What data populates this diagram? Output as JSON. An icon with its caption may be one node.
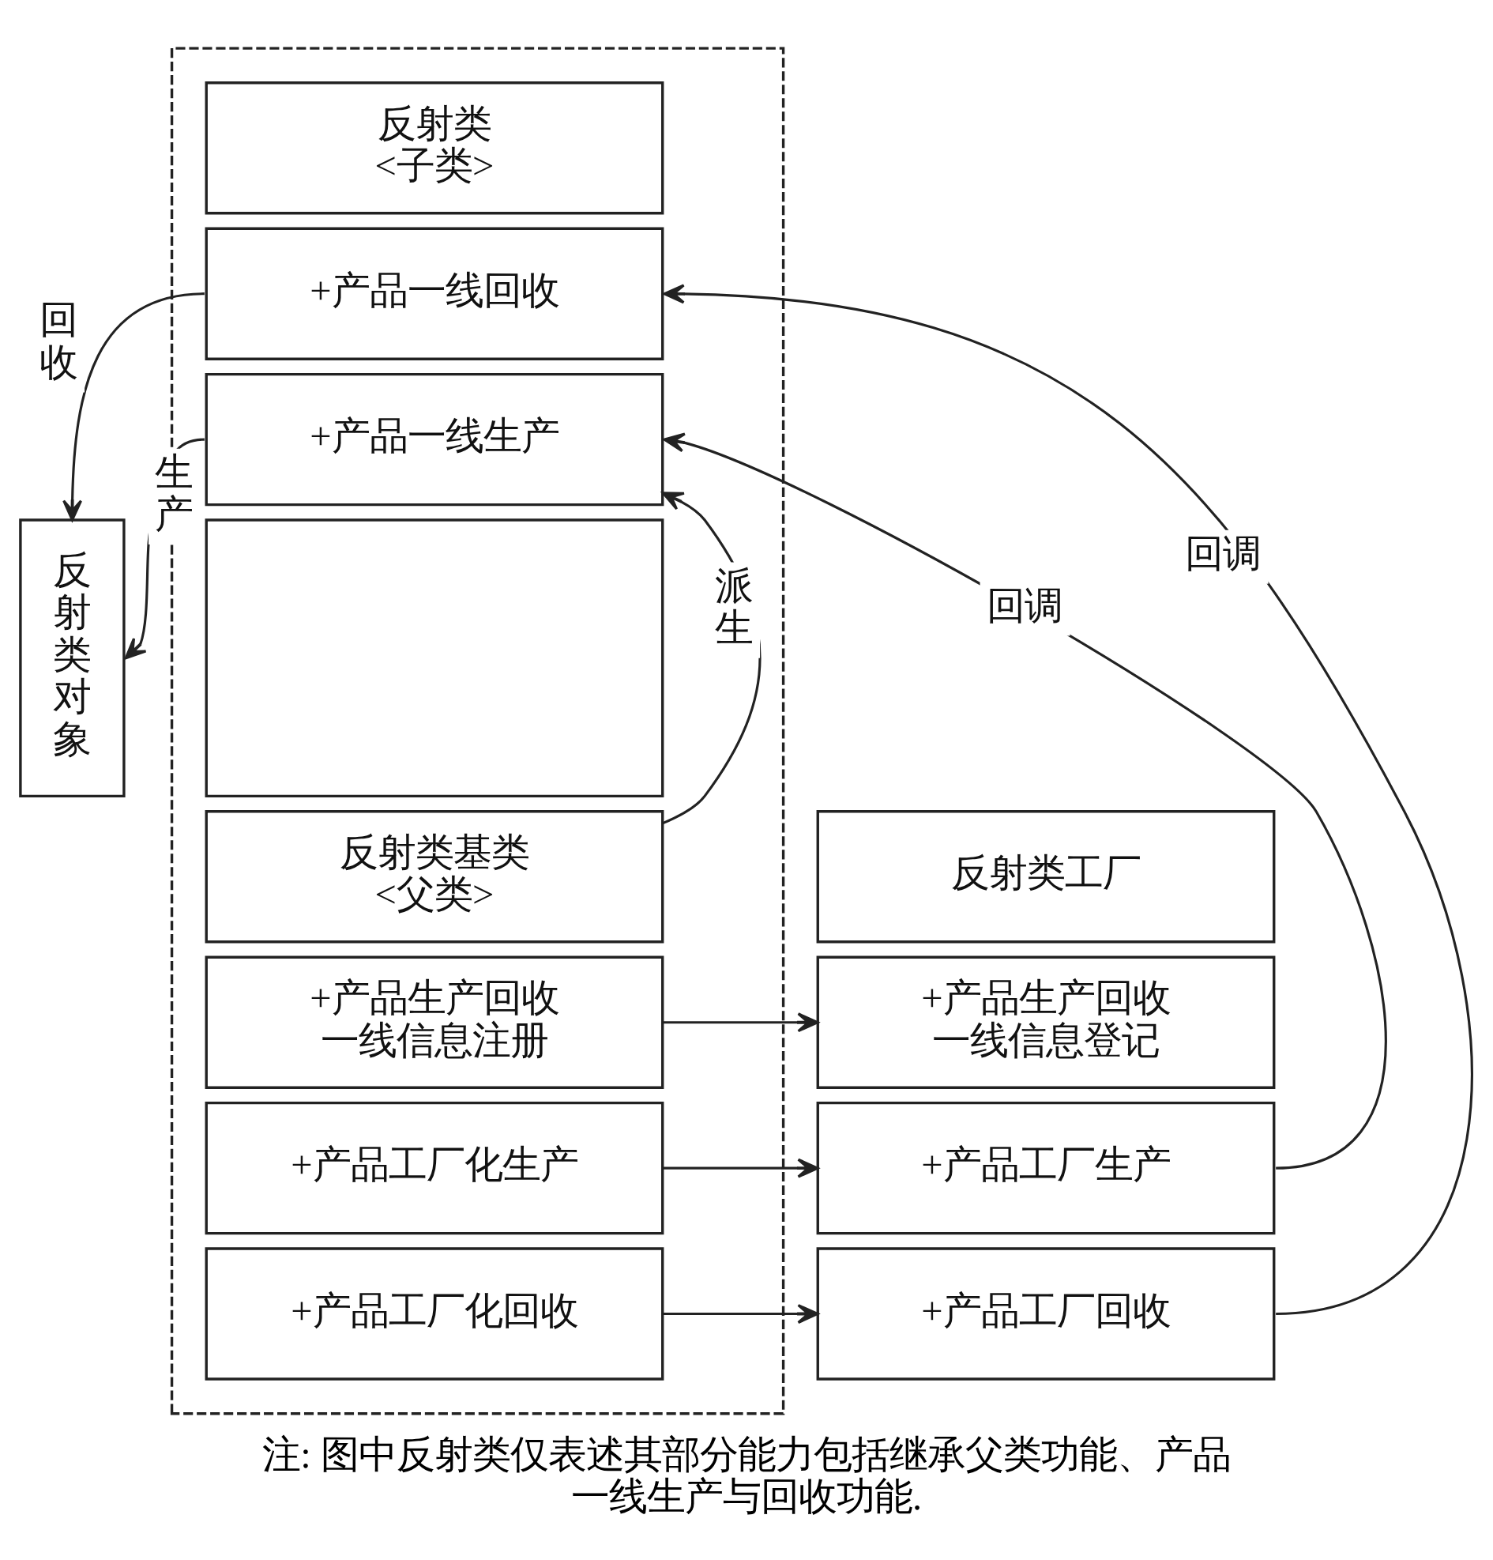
{
  "diagram": {
    "caption": "注: 图中反射类仅表述其部分能力包括继承父类功能、产品一线生产与回收功能.",
    "nodes": [
      {
        "text": [],
        "shape": "box"
      },
      {
        "text": [
          "反射类<子类>"
        ],
        "in": 0
      },
      {
        "text": [
          "+产品一线回收"
        ],
        "in": 0
      },
      {
        "text": [
          "+产品一线生产"
        ],
        "in": 0
      },
      {
        "text": [],
        "shape": "box",
        "in": 0
      },
      {
        "text": [
          "反射类基类<父类>"
        ],
        "in": 0
      },
      {
        "text": [
          "+产品生产回收一线信息注册"
        ],
        "in": 0
      },
      {
        "text": [
          "+产品工厂化生产"
        ],
        "in": 0
      },
      {
        "text": [
          "+产品工厂化回收"
        ],
        "in": 0
      },
      {
        "text": [
          "反射类对象"
        ]
      },
      {
        "text": [
          "反射类工厂"
        ]
      },
      {
        "text": [
          "+产品生产回收一线信息登记"
        ]
      },
      {
        "text": [
          "+产品工厂生产"
        ]
      },
      {
        "text": [
          "+产品工厂回收"
        ]
      }
    ],
    "edges": [
      {
        "from": 2,
        "to": 9,
        "arrow": "to",
        "label": "回收"
      },
      {
        "from": 3,
        "to": 9,
        "arrow": "to",
        "label": "生产"
      },
      {
        "from": 5,
        "to": 3,
        "arrow": "to",
        "label": "派生"
      },
      {
        "from": 6,
        "to": 11,
        "arrow": "to"
      },
      {
        "from": 7,
        "to": 12,
        "arrow": "to"
      },
      {
        "from": 8,
        "to": 13,
        "arrow": "to"
      },
      {
        "from": 13,
        "to": 2,
        "arrow": "to",
        "label": "回调"
      },
      {
        "from": 12,
        "to": 3,
        "arrow": "to",
        "label": "回调"
      }
    ]
  }
}
